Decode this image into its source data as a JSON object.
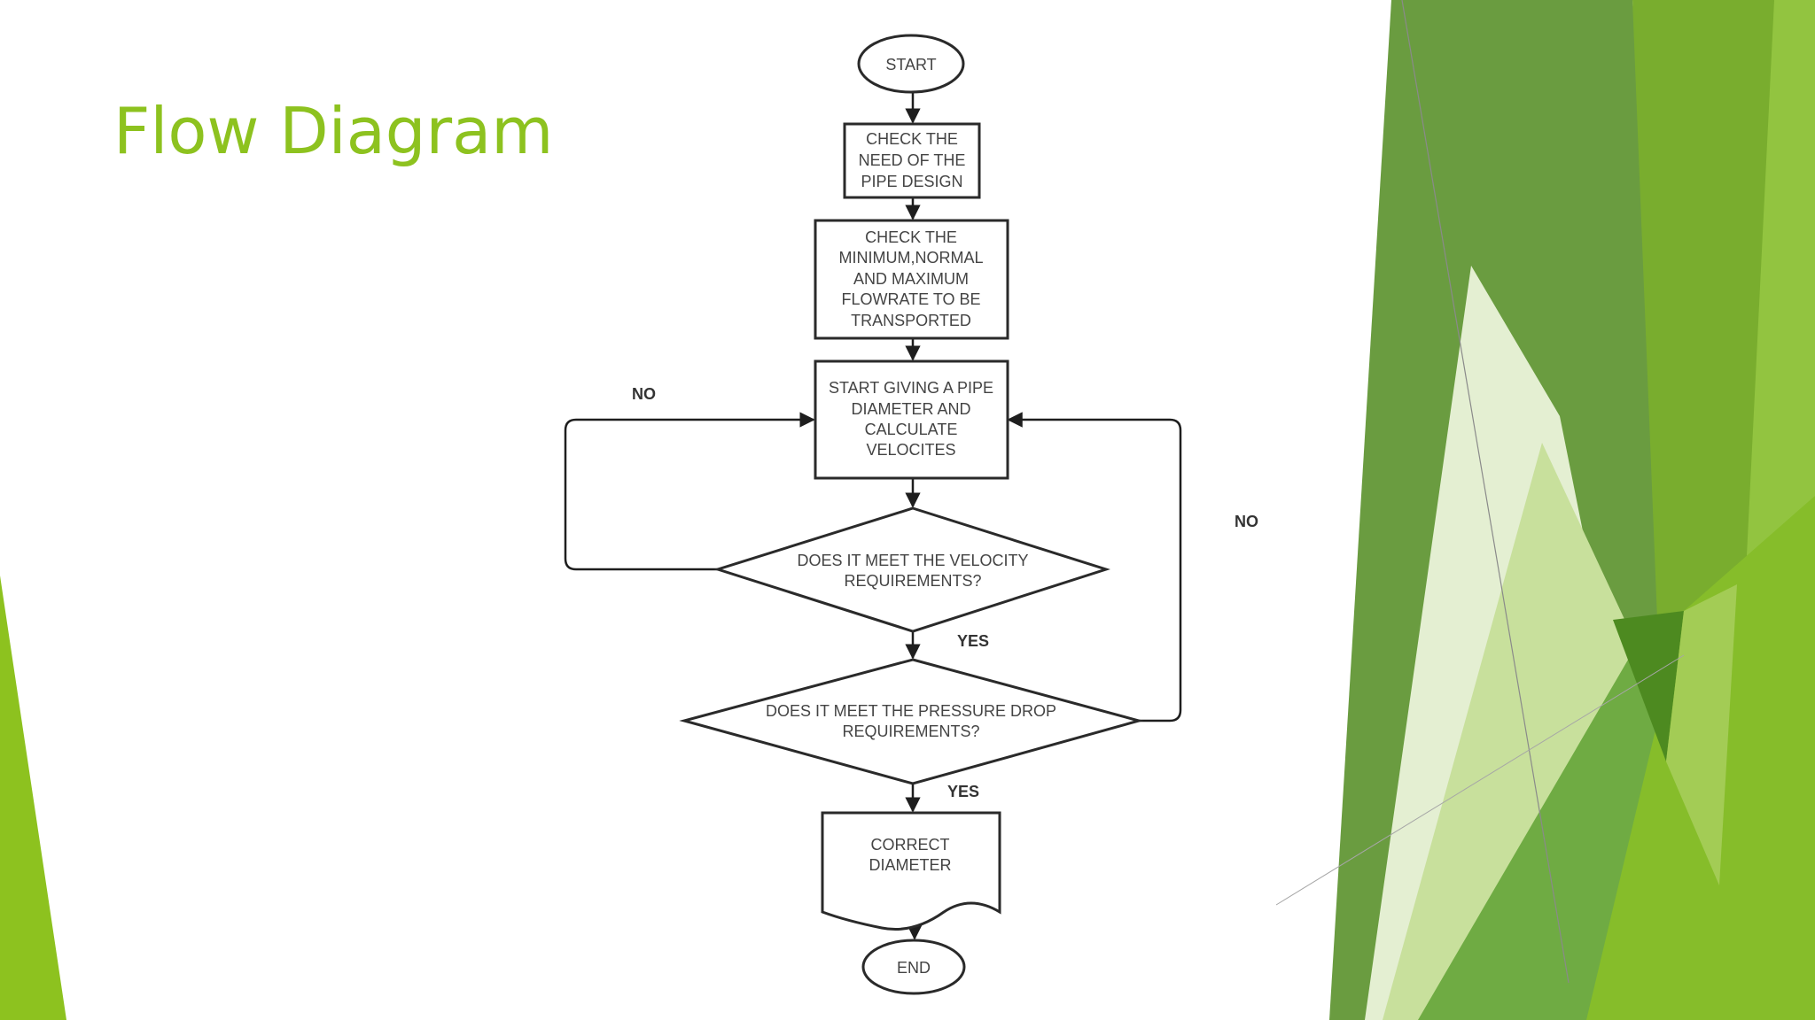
{
  "slide": {
    "title": "Flow Diagram",
    "accent_color": "#8dc21f"
  },
  "flowchart": {
    "start": "START",
    "step_1": [
      "CHECK THE",
      "NEED OF THE",
      "PIPE DESIGN"
    ],
    "step_2": [
      "CHECK THE",
      "MINIMUM,NORMAL",
      "AND MAXIMUM",
      "FLOWRATE TO BE",
      "TRANSPORTED"
    ],
    "step_3": [
      "START GIVING A PIPE",
      "DIAMETER AND",
      "CALCULATE",
      "VELOCITES"
    ],
    "decision_1": [
      "DOES IT MEET THE VELOCITY",
      "REQUIREMENTS?"
    ],
    "decision_2": [
      "DOES IT MEET THE PRESSURE DROP",
      "REQUIREMENTS?"
    ],
    "output": [
      "CORRECT",
      "DIAMETER"
    ],
    "end": "END",
    "label_no_left": "NO",
    "label_no_right": "NO",
    "label_yes_1": "YES",
    "label_yes_2": "YES"
  }
}
